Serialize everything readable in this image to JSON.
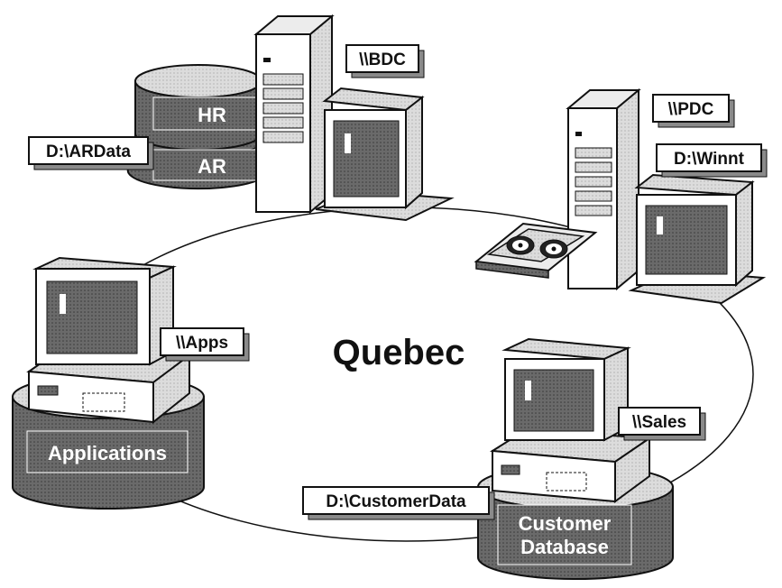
{
  "diagram": {
    "domain_label": "Quebec",
    "colors": {
      "shade_light": "#d9d9d9",
      "shade_mid": "#a6a6a6",
      "shade_dark": "#5e5e5e",
      "outline": "#111111",
      "label_fill": "#ffffff"
    },
    "servers": [
      {
        "name": "\\\\BDC",
        "type": "tower-server"
      },
      {
        "name": "\\\\PDC",
        "type": "tower-server",
        "path": "D:\\Winnt"
      }
    ],
    "workstations": [
      {
        "name": "\\\\Apps",
        "disk": "Applications"
      },
      {
        "name": "\\\\Sales",
        "disk": "Customer Database",
        "disk_lines": [
          "Customer",
          "Database"
        ],
        "path": "D:\\CustomerData"
      }
    ],
    "bdc_disk": {
      "top_label": "HR",
      "bottom_label": "AR",
      "path": "D:\\ARData"
    },
    "devices": [
      {
        "name": "tape-drive"
      }
    ]
  }
}
